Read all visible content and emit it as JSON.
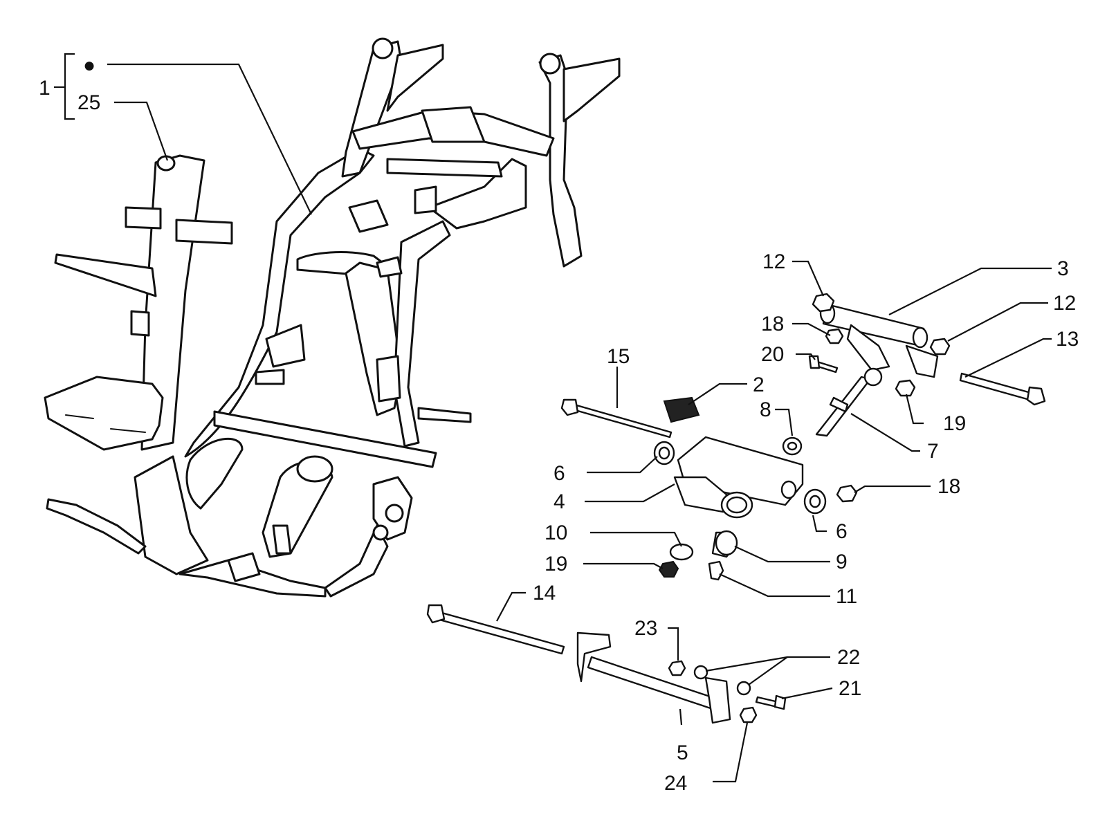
{
  "diagram": {
    "group_bracket_number": "1",
    "labels": {
      "p1_dot": "●",
      "p25": "25",
      "p12a": "12",
      "p3": "3",
      "p12b": "12",
      "p18a": "18",
      "p13": "13",
      "p20": "20",
      "p15": "15",
      "p2": "2",
      "p19a": "19",
      "p8": "8",
      "p6a": "6",
      "p7": "7",
      "p18b": "18",
      "p4": "4",
      "p6b": "6",
      "p10": "10",
      "p9": "9",
      "p19b": "19",
      "p11": "11",
      "p14": "14",
      "p23": "23",
      "p22": "22",
      "p21": "21",
      "p5": "5",
      "p24": "24"
    }
  }
}
